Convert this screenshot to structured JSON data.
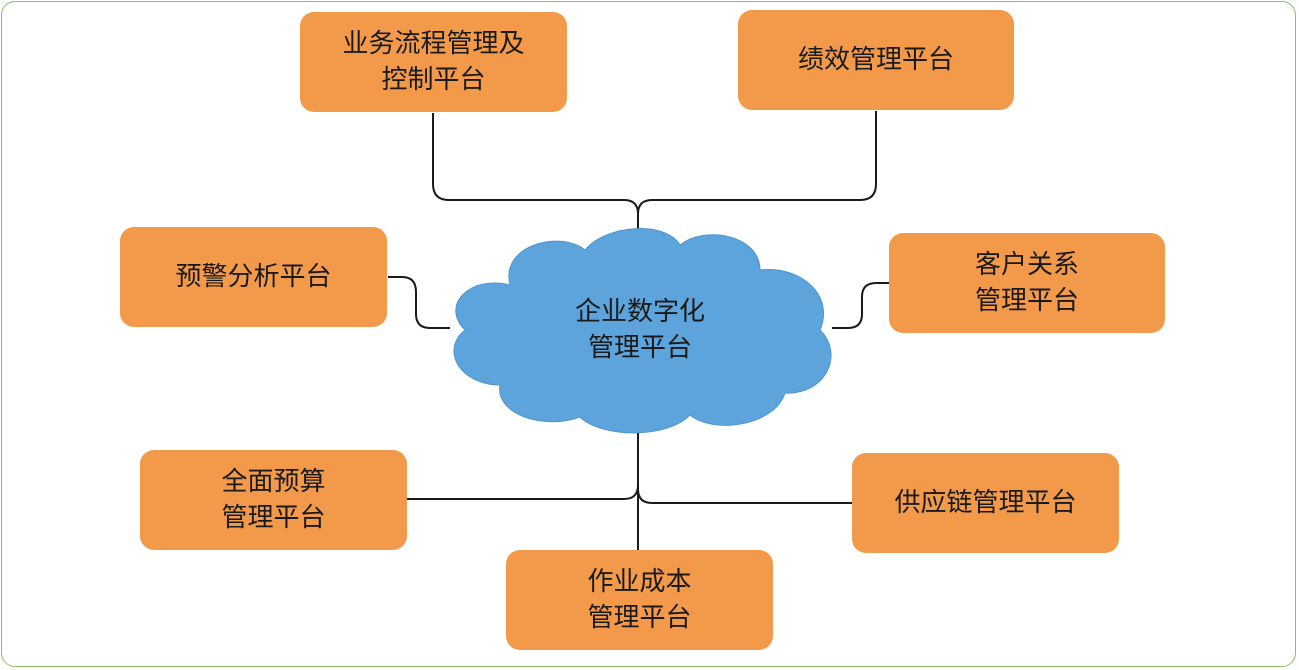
{
  "diagram": {
    "center": {
      "label": "企业数字化\n管理平台",
      "color": "#5ea4dc"
    },
    "nodes": {
      "bpm": {
        "label": "业务流程管理及\n控制平台"
      },
      "performance": {
        "label": "绩效管理平台"
      },
      "early_warning": {
        "label": "预警分析平台"
      },
      "crm": {
        "label": "客户关系\n管理平台"
      },
      "budget": {
        "label": "全面预算\n管理平台"
      },
      "supply_chain": {
        "label": "供应链管理平台"
      },
      "activity_cost": {
        "label": "作业成本\n管理平台"
      }
    },
    "colors": {
      "node_fill": "#f29a4a",
      "connector": "#1a1a1a",
      "frame_border": "#8cc063"
    }
  }
}
